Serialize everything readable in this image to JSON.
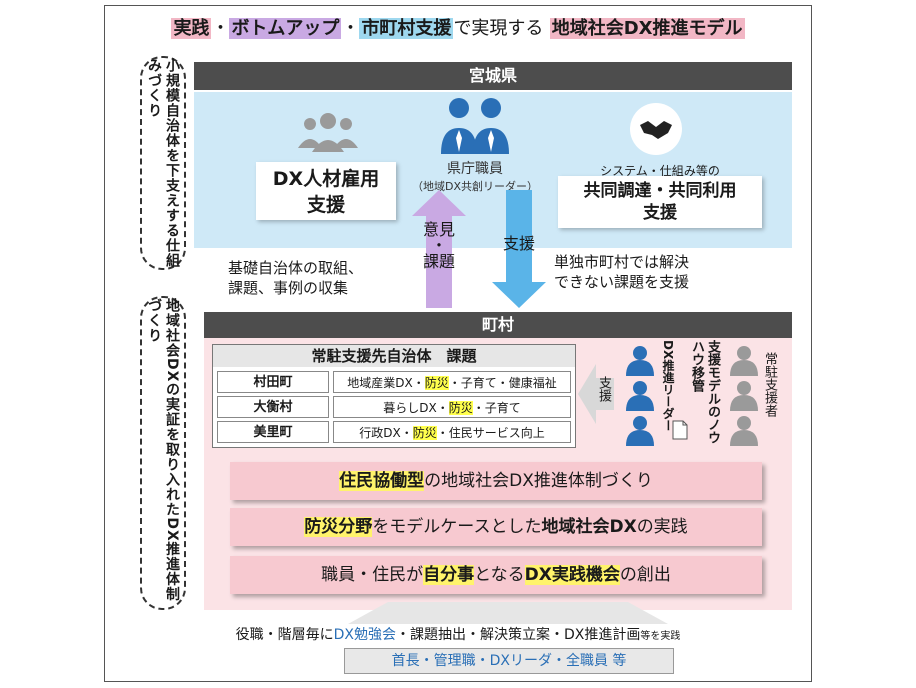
{
  "title": {
    "part1": "実践",
    "sep1": "・",
    "part2": "ボトムアップ",
    "sep2": "・",
    "part3": "市町村支援",
    "part4": "で実現する",
    "part5": "地域社会DX推進モデル"
  },
  "side_top": "小規模自治体を下支えする仕組みづくり",
  "side_bottom": "地域社会DXの実証を取り入れたDX推進体制づくり",
  "prefecture": {
    "name": "宮城県",
    "hr_box": "DX人材雇用\n支援",
    "staff_label": "県庁職員",
    "staff_sub": "（地域DX共創リーダー）",
    "system_small": "システム・仕組み等の",
    "system_box": "共同調達・共同利用\n支援"
  },
  "arrows": {
    "up_label": "意見\n・\n課題",
    "down_label": "支援"
  },
  "left_note": "基礎自治体の取組、\n課題、事例の収集",
  "right_note": "単独市町村では解決\nできない課題を支援",
  "town": {
    "name": "町村",
    "table_title": "常駐支援先自治体　課題",
    "rows": [
      {
        "name": "村田町",
        "pre": "地域産業DX・",
        "hl": "防災",
        "post": "・子育て・健康福祉"
      },
      {
        "name": "大衡村",
        "pre": "暮らしDX・",
        "hl": "防災",
        "post": "・子育て"
      },
      {
        "name": "美里町",
        "pre": "行政DX・",
        "hl": "防災",
        "post": "・住民サービス向上"
      }
    ],
    "support": "支援",
    "leader_label": "DX推進リーダー",
    "model_label": "支援モデルのノウハウ移管",
    "resident_label": "常駐支援者"
  },
  "banners": [
    {
      "b1": "住民協働型",
      "t1": "の地域社会DX推進体制づくり",
      "b2": "",
      "t2": ""
    },
    {
      "b1": "防災分野",
      "t1": "をモデルケースとした",
      "b2": "地域社会DX",
      "t2": "の実践"
    },
    {
      "b1": "",
      "t1": "職員・住民が",
      "b2": "自分事",
      "t2": "となる"
    }
  ],
  "banner3_extra": {
    "b": "DX実践機会",
    "t": "の創出"
  },
  "bottom": {
    "pre": "役職・階層毎に",
    "blue": "DX勉強会",
    "post": "・課題抽出・解決策立案・DX推進計画",
    "small": "等を実践",
    "roles": "首長・管理職・DXリーダ・全職員 等"
  },
  "colors": {
    "pref_bg": "#cfe9f7",
    "town_bg": "#fbe3e6",
    "band": "#4d4d4d",
    "up_arrow": "#c9a9e3",
    "down_arrow": "#5ab4e8",
    "highlight": "#fff36b"
  }
}
